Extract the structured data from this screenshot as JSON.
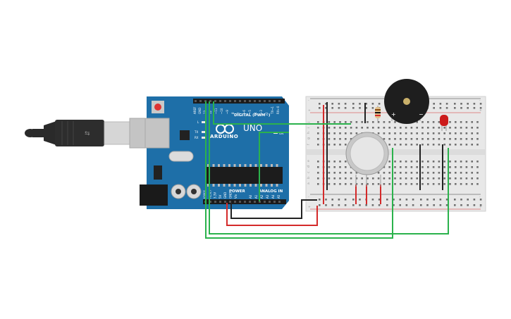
{
  "board": {
    "brand": "ARDUINO",
    "model": "UNO",
    "digital_label": "DIGITAL (PWM~)",
    "power_label": "POWER",
    "analog_label": "ANALOG IN",
    "on_label": "ON",
    "led_l": "L",
    "led_tx": "TX",
    "led_rx": "RX",
    "aref": "AREF",
    "gnd": "GND",
    "digital_pins": [
      "13",
      "12",
      "~11",
      "~10",
      "~9",
      "8",
      "7",
      "~6",
      "~5",
      "4",
      "~3",
      "2",
      "TX→1",
      "RX←0"
    ],
    "power_pins": [
      "IOREF",
      "RESET",
      "3.3V",
      "5V",
      "GND",
      "GND",
      "Vin"
    ],
    "analog_pins": [
      "A0",
      "A1",
      "A2",
      "A3",
      "A4",
      "A5"
    ]
  },
  "breadboard": {
    "row_letters_top": [
      "j",
      "i",
      "h",
      "g",
      "f"
    ],
    "row_letters_bottom": [
      "e",
      "d",
      "c",
      "b",
      "a"
    ],
    "plus": "+",
    "minus": "-"
  },
  "buzzer": {
    "plus": "+",
    "minus": "−"
  },
  "colors": {
    "board": "#1e6fa8",
    "wire_red": "#d42a2a",
    "wire_black": "#222222",
    "wire_green": "#2bb24c",
    "led": "#cc1b1b",
    "usb": "#2a2a2a",
    "breadboard": "#e8e8e8"
  }
}
